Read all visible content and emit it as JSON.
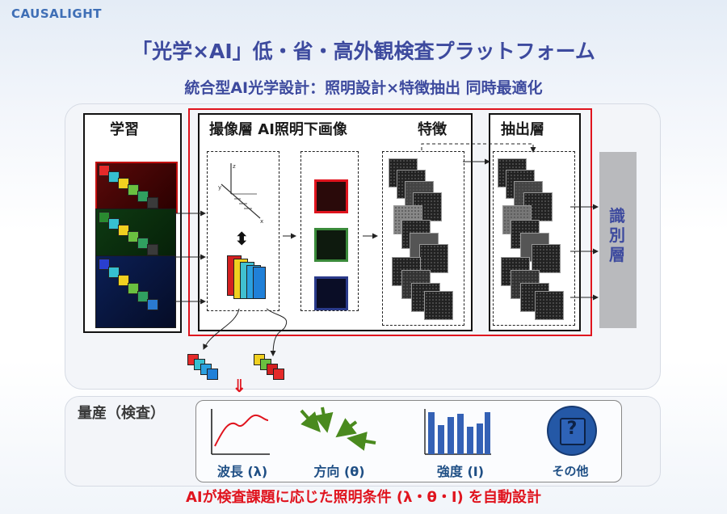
{
  "brand": "CAUSALIGHT",
  "title": "「光学×AI」低・省・高外観検査プラットフォーム",
  "subtitle": "統合型AI光学設計：照明設計×特徴抽出 同時最適化",
  "diagram": {
    "learning_label": "学習",
    "imaging_label": "撮像層 AI照明下画像",
    "feature_label": "特徴",
    "extraction_label": "抽出層",
    "classification_label": "識別層",
    "axis_letters": [
      "z",
      "y",
      "x"
    ]
  },
  "production": {
    "label": "量産（検査）",
    "arrow": "⇓",
    "items": [
      {
        "label": "波長 (λ)",
        "icon": "wavelength-curve-icon"
      },
      {
        "label": "方向 (θ)",
        "icon": "direction-arrows-icon"
      },
      {
        "label": "強度 (I)",
        "icon": "intensity-bars-icon"
      },
      {
        "label": "その他",
        "icon": "question-icon"
      }
    ],
    "question_mark": "?"
  },
  "footer": "AIが検査課題に応じた照明条件 (λ・θ・I) を自動設計",
  "colors": {
    "accent_red": "#e0141e",
    "title_blue": "#3d4a9e",
    "icon_blue": "#1f4f85",
    "icon_green": "#4a8a1e"
  }
}
